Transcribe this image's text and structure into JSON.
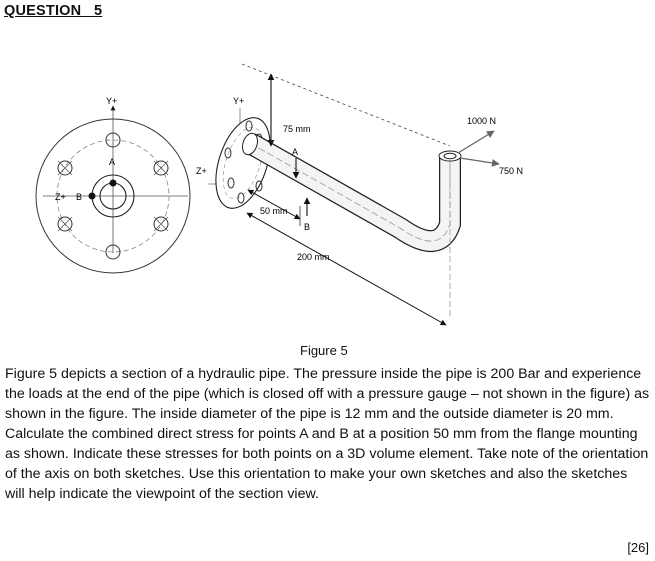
{
  "question": {
    "number_label": "QUESTION   5"
  },
  "figure": {
    "front_view": {
      "y_axis": "Y+",
      "z_axis": "Z+",
      "point_a": "A",
      "point_b": "B"
    },
    "iso_view": {
      "y_axis": "Y+",
      "z_axis": "Z+",
      "point_a": "A",
      "point_b": "B",
      "dim_75": "75 mm",
      "dim_50": "50 mm",
      "dim_200": "200 mm",
      "load_1000": "1000 N",
      "load_750": "750 N"
    },
    "caption": "Figure 5"
  },
  "problem_text": "Figure 5 depicts a section of a hydraulic pipe.  The pressure inside the pipe is 200 Bar and experience the loads at the end of the pipe (which is closed off with a pressure gauge – not shown in the figure) as shown in the figure.  The inside diameter of the pipe is 12 mm and the outside diameter is 20 mm.  Calculate the combined direct stress for points A and B at a position 50 mm from the flange mounting as shown.  Indicate these stresses for both points on a 3D volume element.  Take note of the orientation of the axis on both sketches.  Use this orientation to make your own sketches and also the sketches will help indicate the viewpoint of the section view.",
  "marks": "[26]"
}
